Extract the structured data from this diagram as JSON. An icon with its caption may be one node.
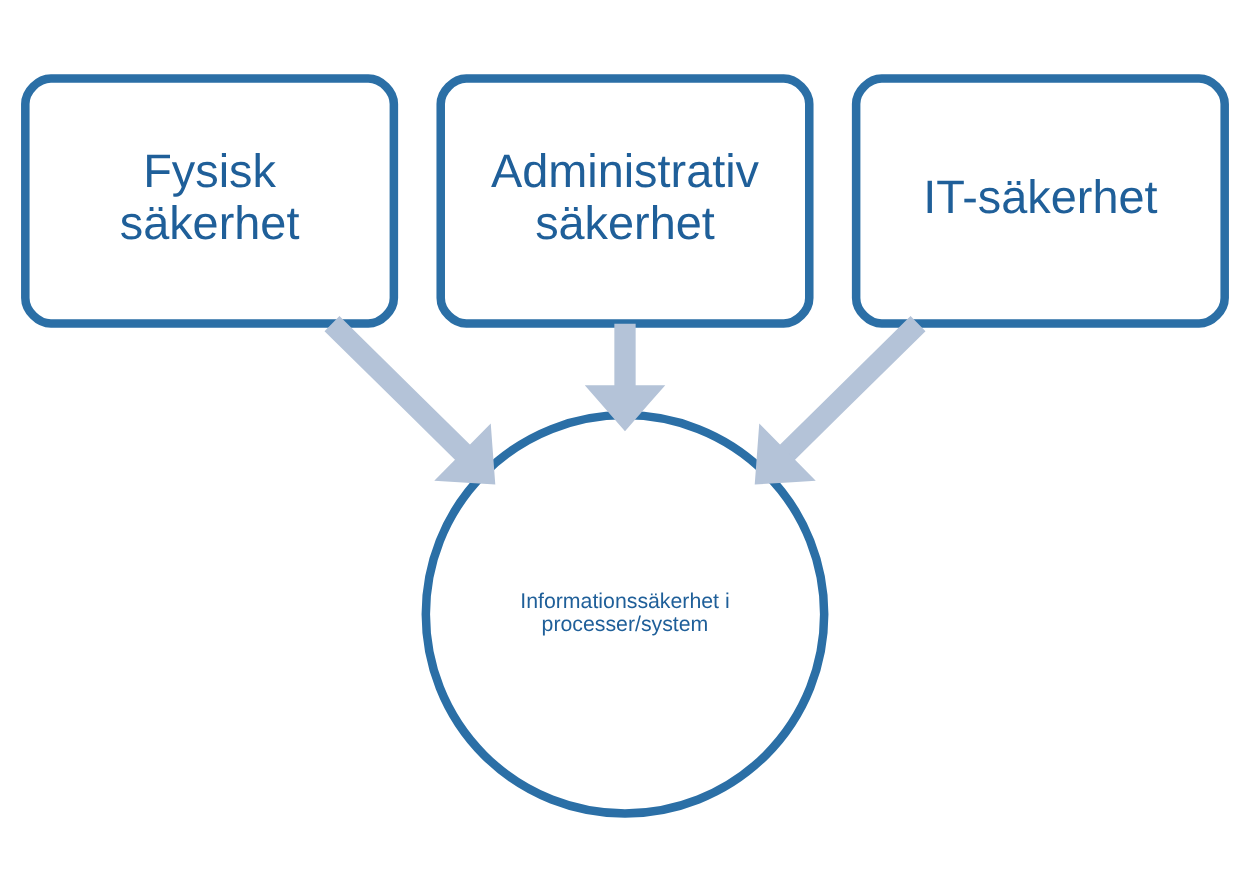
{
  "diagram": {
    "nodes": [
      {
        "text": [
          "Fysisk säkerhet"
        ]
      },
      {
        "text": [
          "Administrativ säkerhet"
        ]
      },
      {
        "text": [
          "IT-säkerhet"
        ]
      },
      {
        "text": [
          "Informationssäkerhet i processer/system"
        ]
      }
    ],
    "edges": [
      {
        "from": 0,
        "to": 3,
        "arrow": "to"
      },
      {
        "from": 1,
        "to": 3,
        "arrow": "to"
      },
      {
        "from": 2,
        "to": 3,
        "arrow": "to"
      }
    ]
  }
}
